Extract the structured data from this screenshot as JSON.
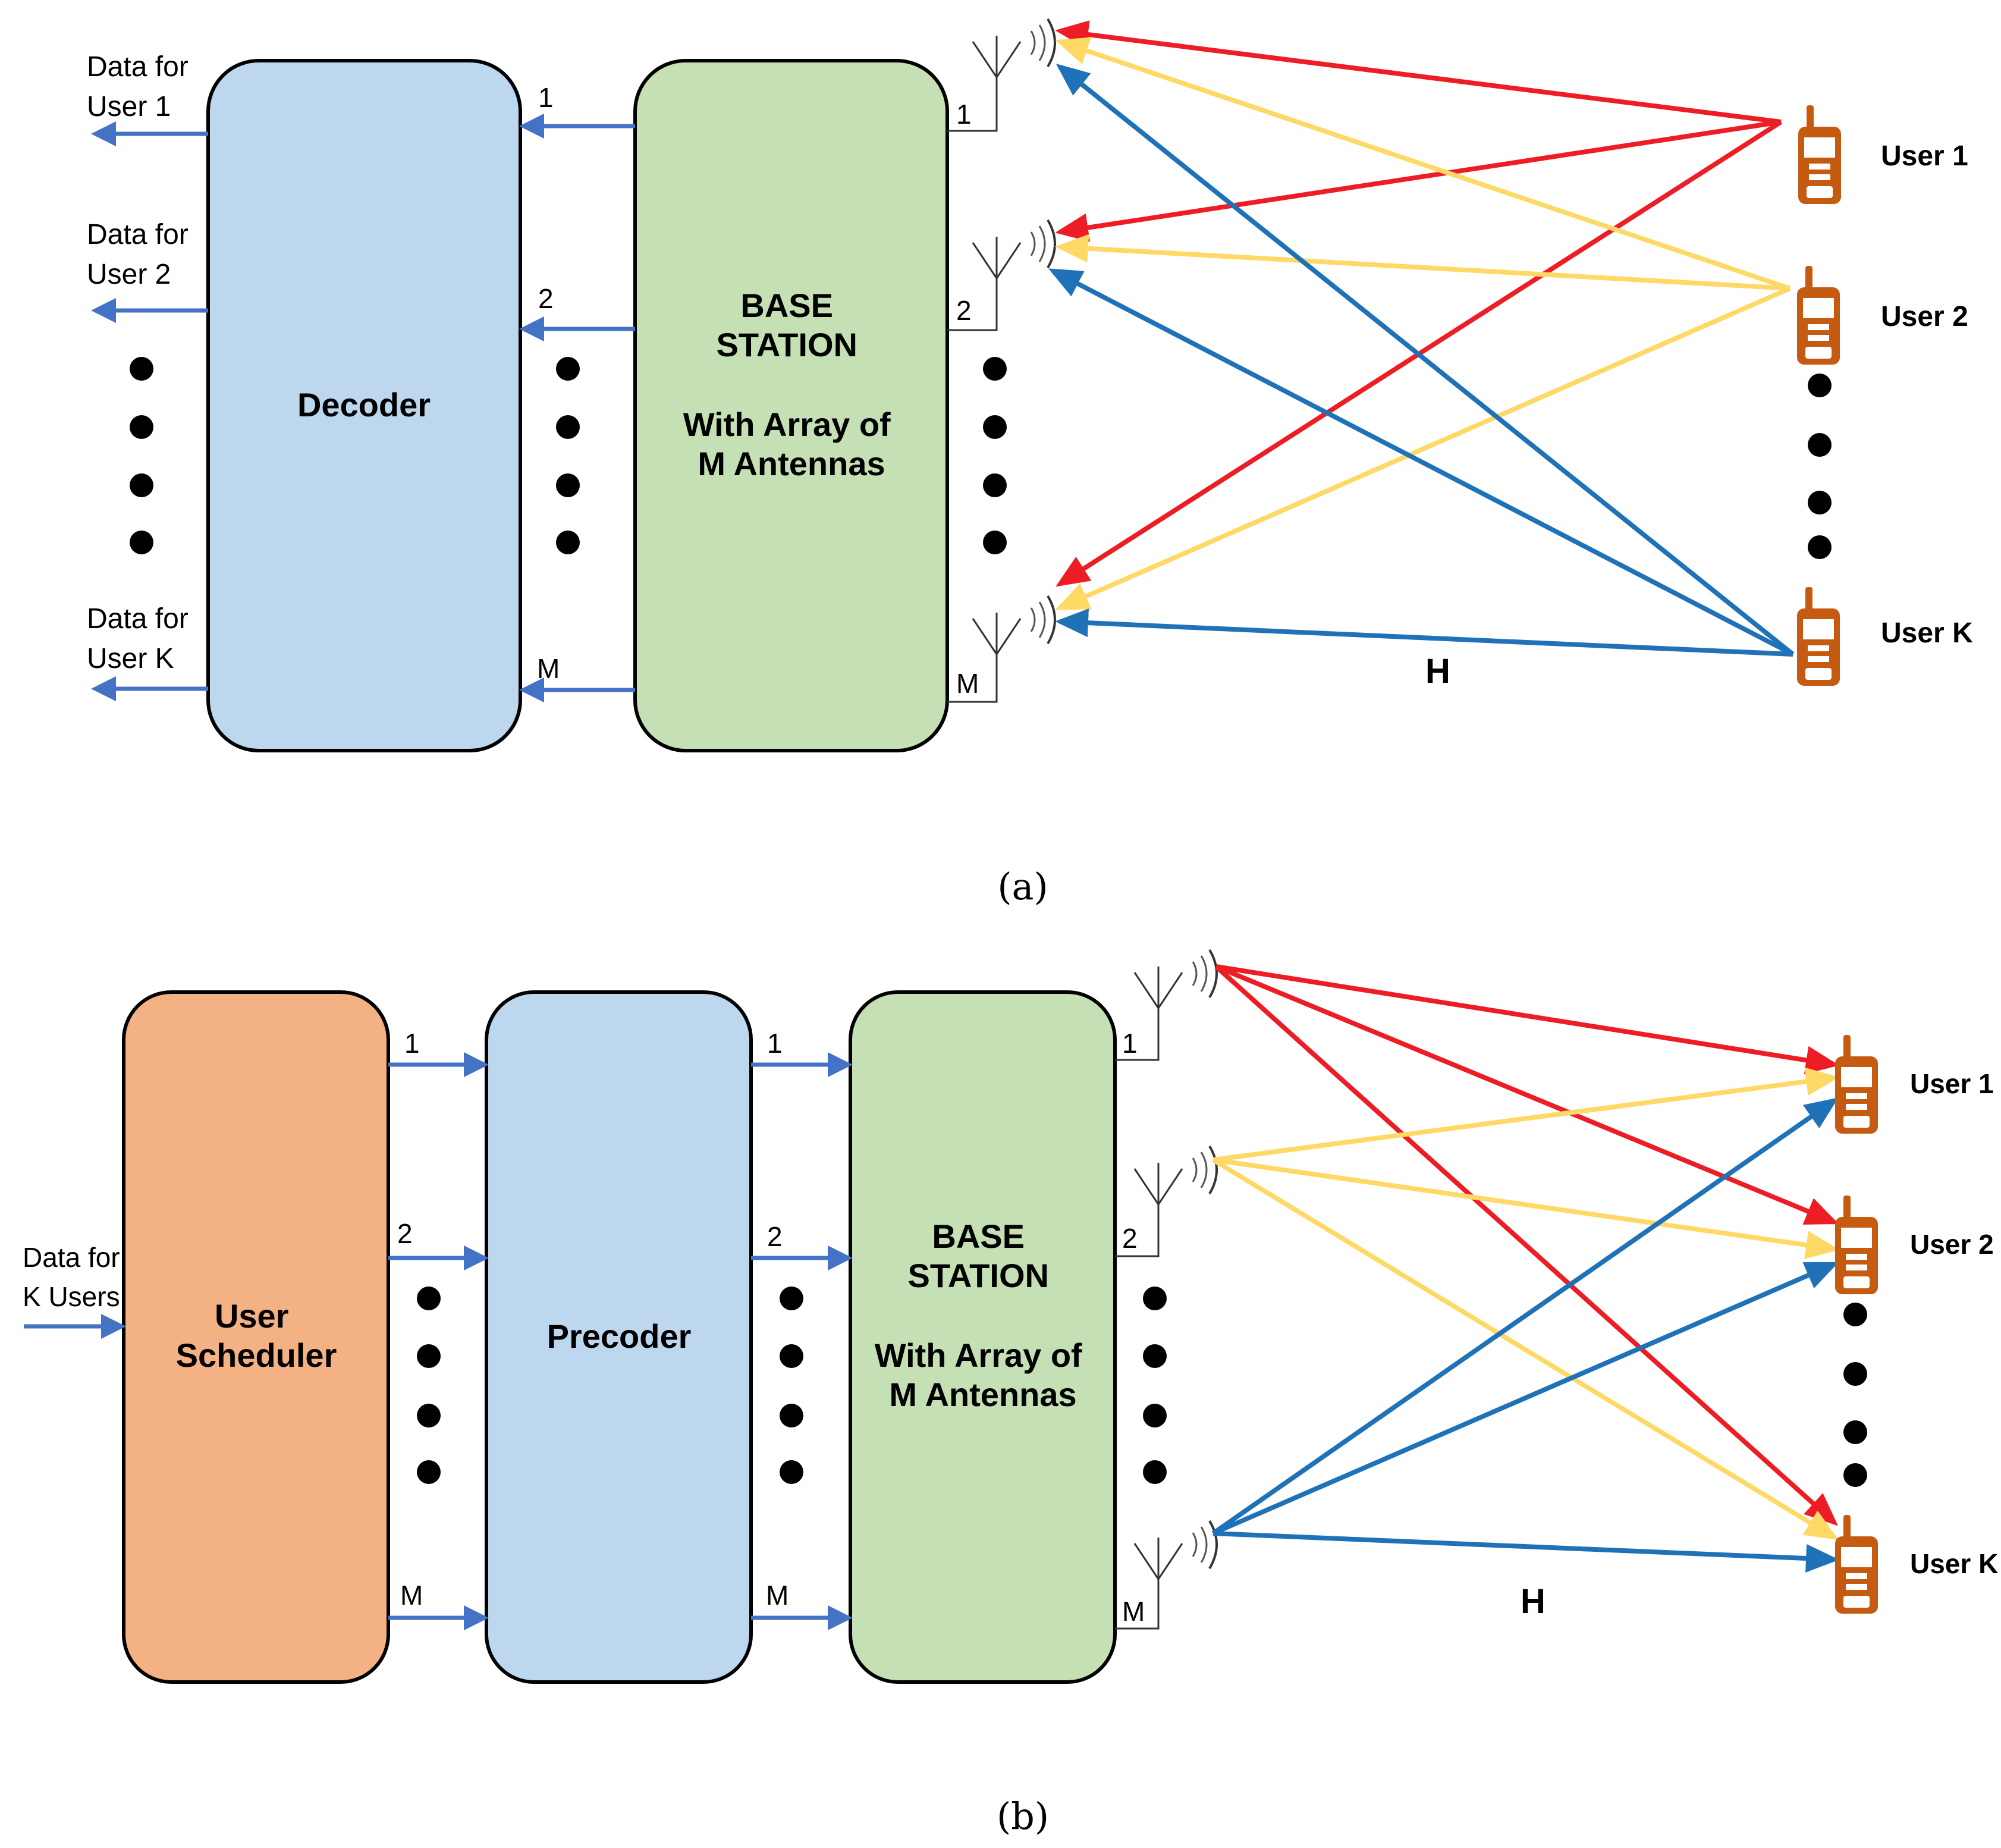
{
  "colors": {
    "red": "#ee1c24",
    "yellow": "#ffd966",
    "blue": "#1f72b8",
    "wire": "#4472c4",
    "decoder": "#bdd7ee",
    "base_station": "#c5e0b4",
    "scheduler": "#f4b183",
    "phone": "#c55a11"
  },
  "icons": {
    "antenna": "antenna-icon",
    "phone": "mobile-phone-icon"
  },
  "diagram_a": {
    "caption": "(a)",
    "decoder_label": "Decoder",
    "base_station_lines": [
      "BASE",
      "STATION",
      "",
      "With Array of",
      "M Antennas"
    ],
    "data_labels": [
      [
        "Data for",
        "User 1"
      ],
      [
        "Data for",
        "User 2"
      ],
      [
        "Data for",
        "User K"
      ]
    ],
    "port_labels": [
      "1",
      "2",
      "M"
    ],
    "antenna_labels": [
      "1",
      "2",
      "M"
    ],
    "user_labels": [
      "User 1",
      "User 2",
      "User K"
    ],
    "channel_label": "H"
  },
  "diagram_b": {
    "caption": "(b)",
    "input_label": [
      "Data for",
      "K Users"
    ],
    "scheduler_lines": [
      "User",
      "Scheduler"
    ],
    "precoder_label": "Precoder",
    "base_station_lines": [
      "BASE",
      "STATION",
      "",
      "With Array of",
      "M Antennas"
    ],
    "port_labels_a": [
      "1",
      "2",
      "M"
    ],
    "port_labels_b": [
      "1",
      "2",
      "M"
    ],
    "antenna_labels": [
      "1",
      "2",
      "M"
    ],
    "user_labels": [
      "User 1",
      "User 2",
      "User K"
    ],
    "channel_label": "H"
  }
}
